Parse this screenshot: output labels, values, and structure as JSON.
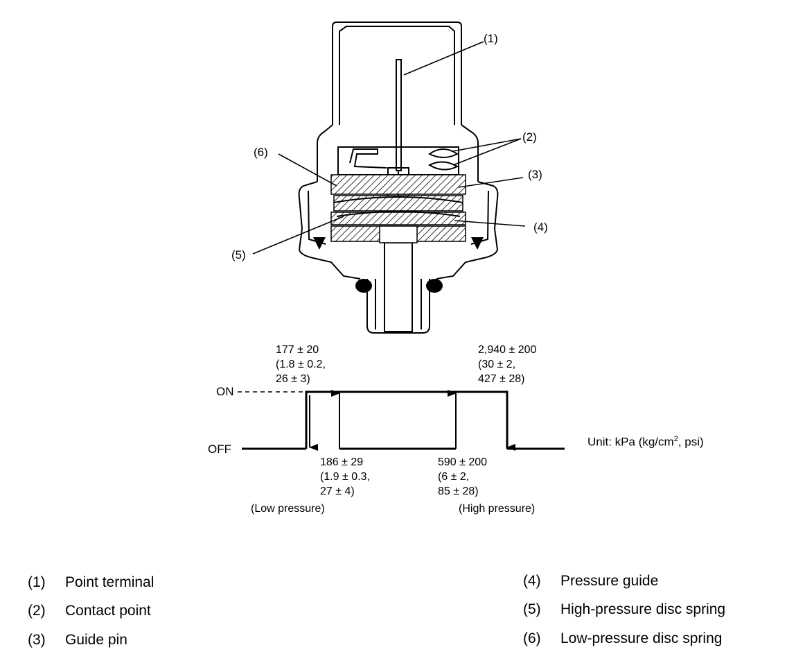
{
  "callouts": [
    "(1)",
    "(2)",
    "(3)",
    "(4)",
    "(5)",
    "(6)"
  ],
  "graph": {
    "on_label": "ON",
    "off_label": "OFF",
    "low_on": [
      "177 ± 20",
      "(1.8 ± 0.2,",
      "26 ± 3)"
    ],
    "high_off": [
      "2,940 ± 200",
      "(30 ± 2,",
      "427 ± 28)"
    ],
    "low_off": [
      "186 ± 29",
      "(1.9 ± 0.3,",
      "27 ± 4)"
    ],
    "high_on": [
      "590 ± 200",
      "(6 ± 2,",
      "85 ± 28)"
    ],
    "low_caption": "(Low pressure)",
    "high_caption": "(High pressure)",
    "unit_prefix": "Unit: kPa (kg/cm",
    "unit_sup": "2",
    "unit_suffix": ", psi)"
  },
  "legend": [
    {
      "num": "(1)",
      "label": "Point terminal"
    },
    {
      "num": "(2)",
      "label": "Contact point"
    },
    {
      "num": "(3)",
      "label": "Guide pin"
    },
    {
      "num": "(4)",
      "label": "Pressure guide"
    },
    {
      "num": "(5)",
      "label": "High-pressure disc spring"
    },
    {
      "num": "(6)",
      "label": "Low-pressure disc spring"
    }
  ]
}
